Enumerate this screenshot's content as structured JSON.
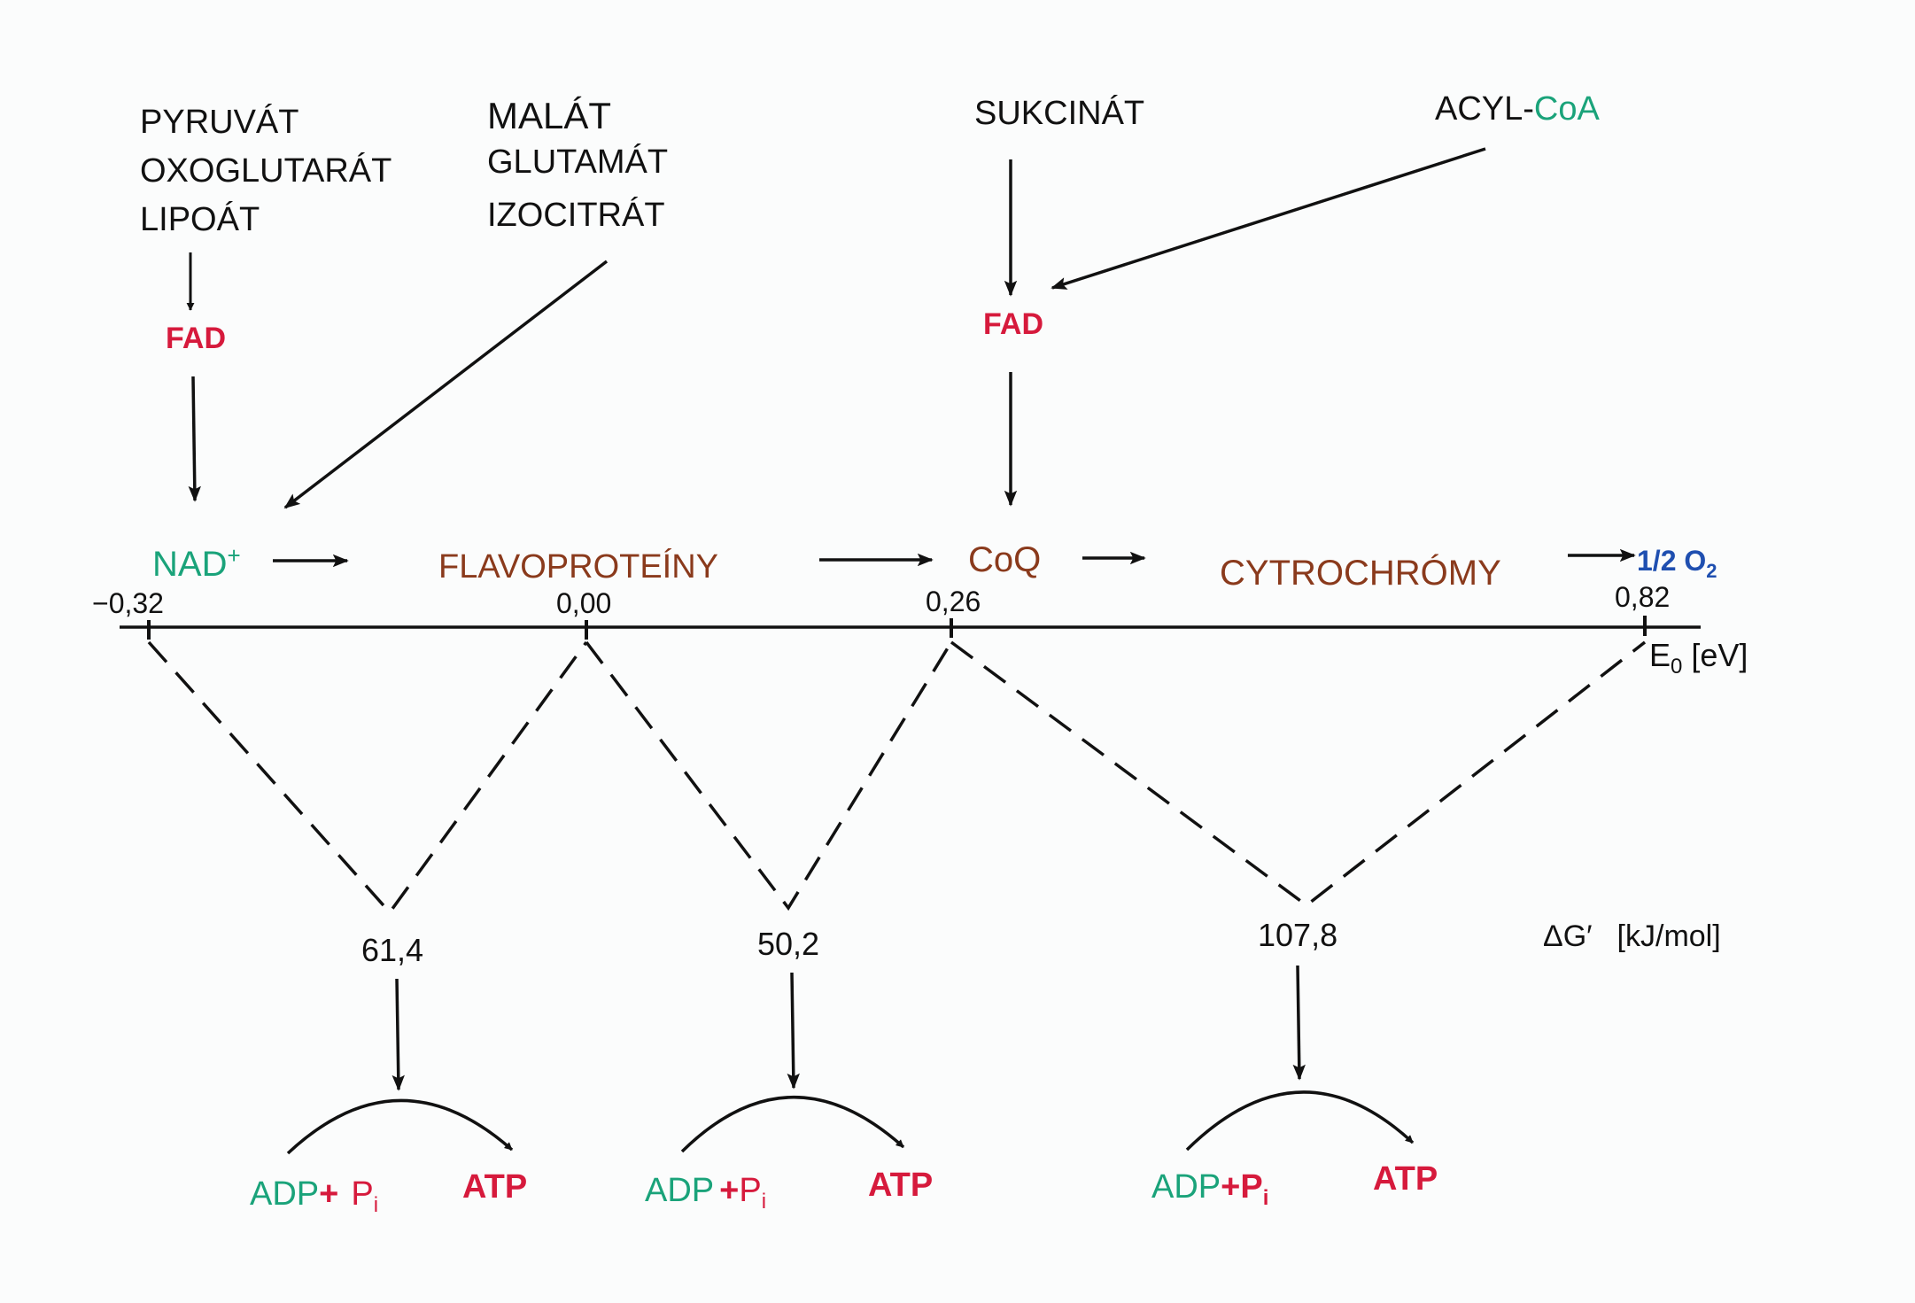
{
  "colors": {
    "ink": "#111111",
    "red": "#d61a3c",
    "green": "#1aa37a",
    "brown": "#8a3a1c",
    "blue": "#1f4fb0"
  },
  "substrates": {
    "group1": [
      "PYRUVÁT",
      "OXOGLUTARÁT",
      "LIPOÁT"
    ],
    "group2": [
      "MALÁT",
      "GLUTAMÁT",
      "IZOCITRÁT"
    ],
    "succinate": "SUKCINÁT",
    "acyl_prefix": "ACYL-",
    "acyl_coa": "CoA",
    "fad_left": "FAD",
    "fad_right": "FAD"
  },
  "chain": {
    "nad": "NAD",
    "nad_sup": "+",
    "flavoproteins": "FLAVOPROTEÍNY",
    "coq": "CoQ",
    "cytochromes": "CYTROCHRÓMY",
    "oxygen": "1/2 O",
    "oxygen_sub": "2"
  },
  "axis": {
    "ticks": [
      "−0,32",
      "0,00",
      "0,26",
      "0,82"
    ],
    "label_E": "E",
    "label_sub": "0",
    "label_unit": " [eV]"
  },
  "energy": {
    "values": [
      "61,4",
      "50,2",
      "107,8"
    ],
    "label_symbol": "ΔG′",
    "label_unit": "[kJ/mol]"
  },
  "phosphorylation": {
    "adp": "ADP",
    "plus": "+",
    "p": "P",
    "p_sub": "i",
    "atp": "ATP"
  }
}
